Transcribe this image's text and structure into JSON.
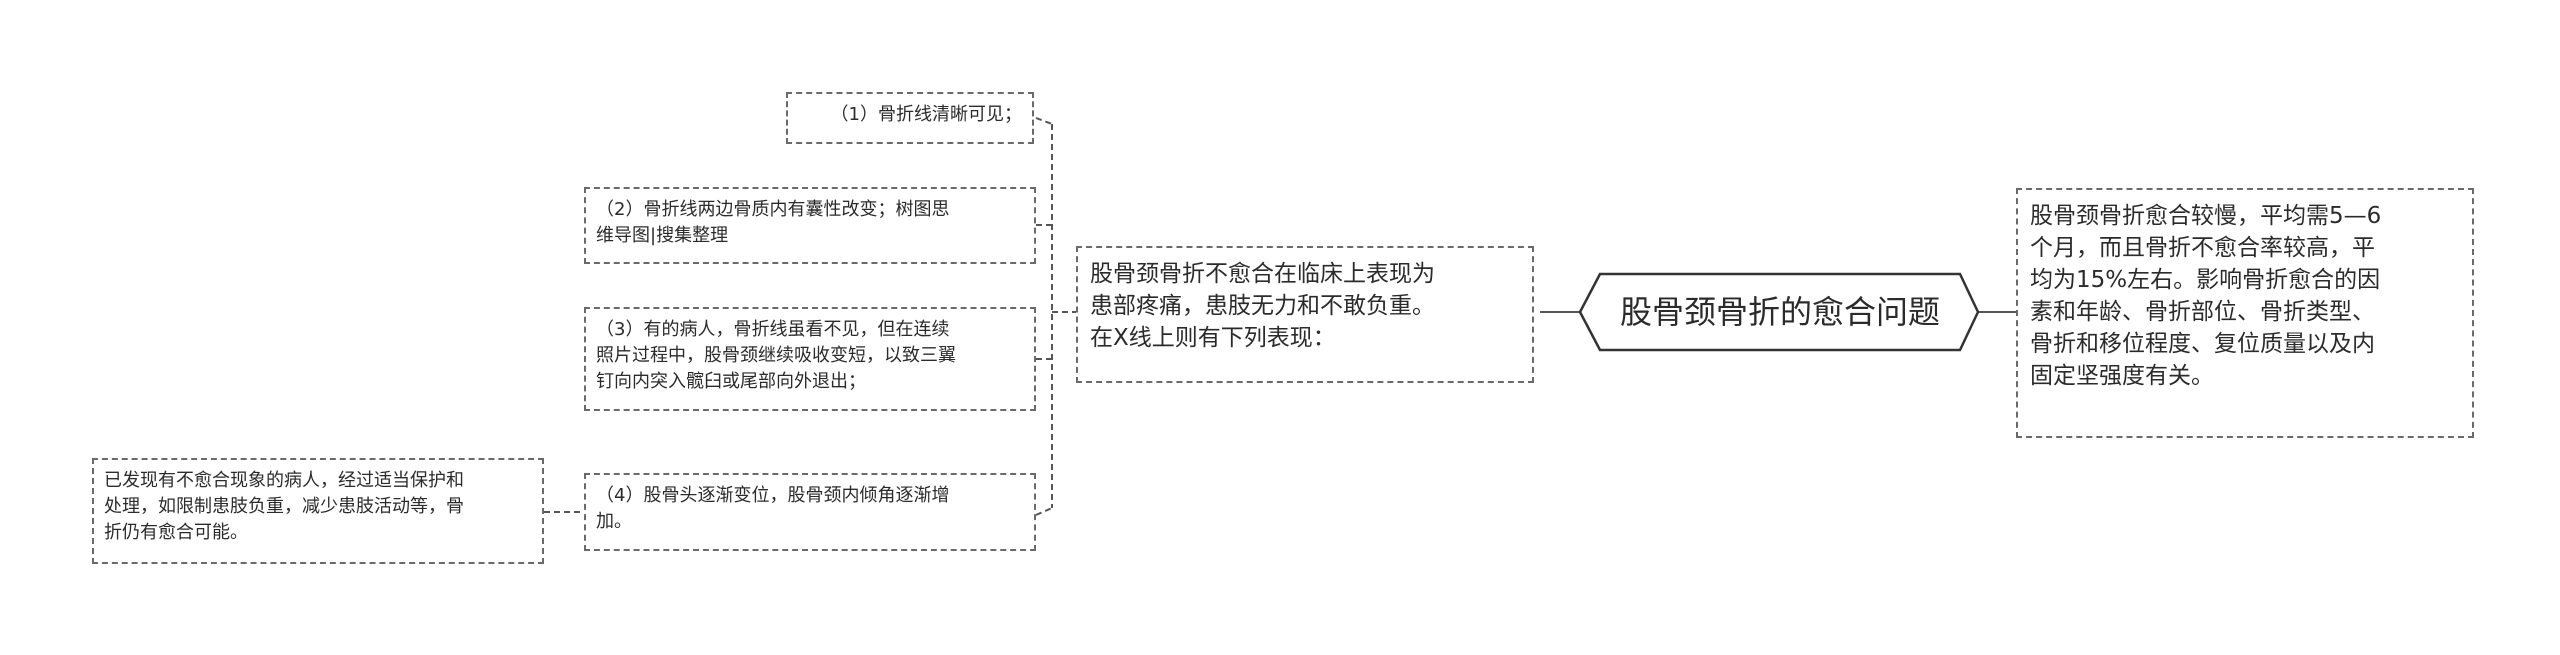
{
  "central": {
    "title": "股骨颈骨折的愈合问题"
  },
  "right_node": {
    "text": "股骨颈骨折愈合较慢，平均需5—6\n个月，而且骨折不愈合率较高，平\n均为15%左右。影响骨折愈合的因\n素和年龄、骨折部位、骨折类型、\n骨折和移位程度、复位质量以及内\n固定坚强度有关。"
  },
  "left_node": {
    "text": "股骨颈骨折不愈合在临床上表现为\n患部疼痛，患肢无力和不敢负重。\n在X线上则有下列表现："
  },
  "items": [
    {
      "text": "（1）骨折线清晰可见；"
    },
    {
      "text": "（2）骨折线两边骨质内有囊性改变；树图思\n维导图|搜集整理"
    },
    {
      "text": "（3）有的病人，骨折线虽看不见，但在连续\n照片过程中，股骨颈继续吸收变短，以致三翼\n钉向内突入髋臼或尾部向外退出；"
    },
    {
      "text": "（4）股骨头逐渐变位，股骨颈内倾角逐渐增\n加。"
    }
  ],
  "note_node": {
    "text": "已发现有不愈合现象的病人，经过适当保护和\n处理，如限制患肢负重，减少患肢活动等，骨\n折仍有愈合可能。"
  },
  "colors": {
    "line": "#555555",
    "border": "#6a6a6a",
    "text": "#2b2b2b"
  }
}
